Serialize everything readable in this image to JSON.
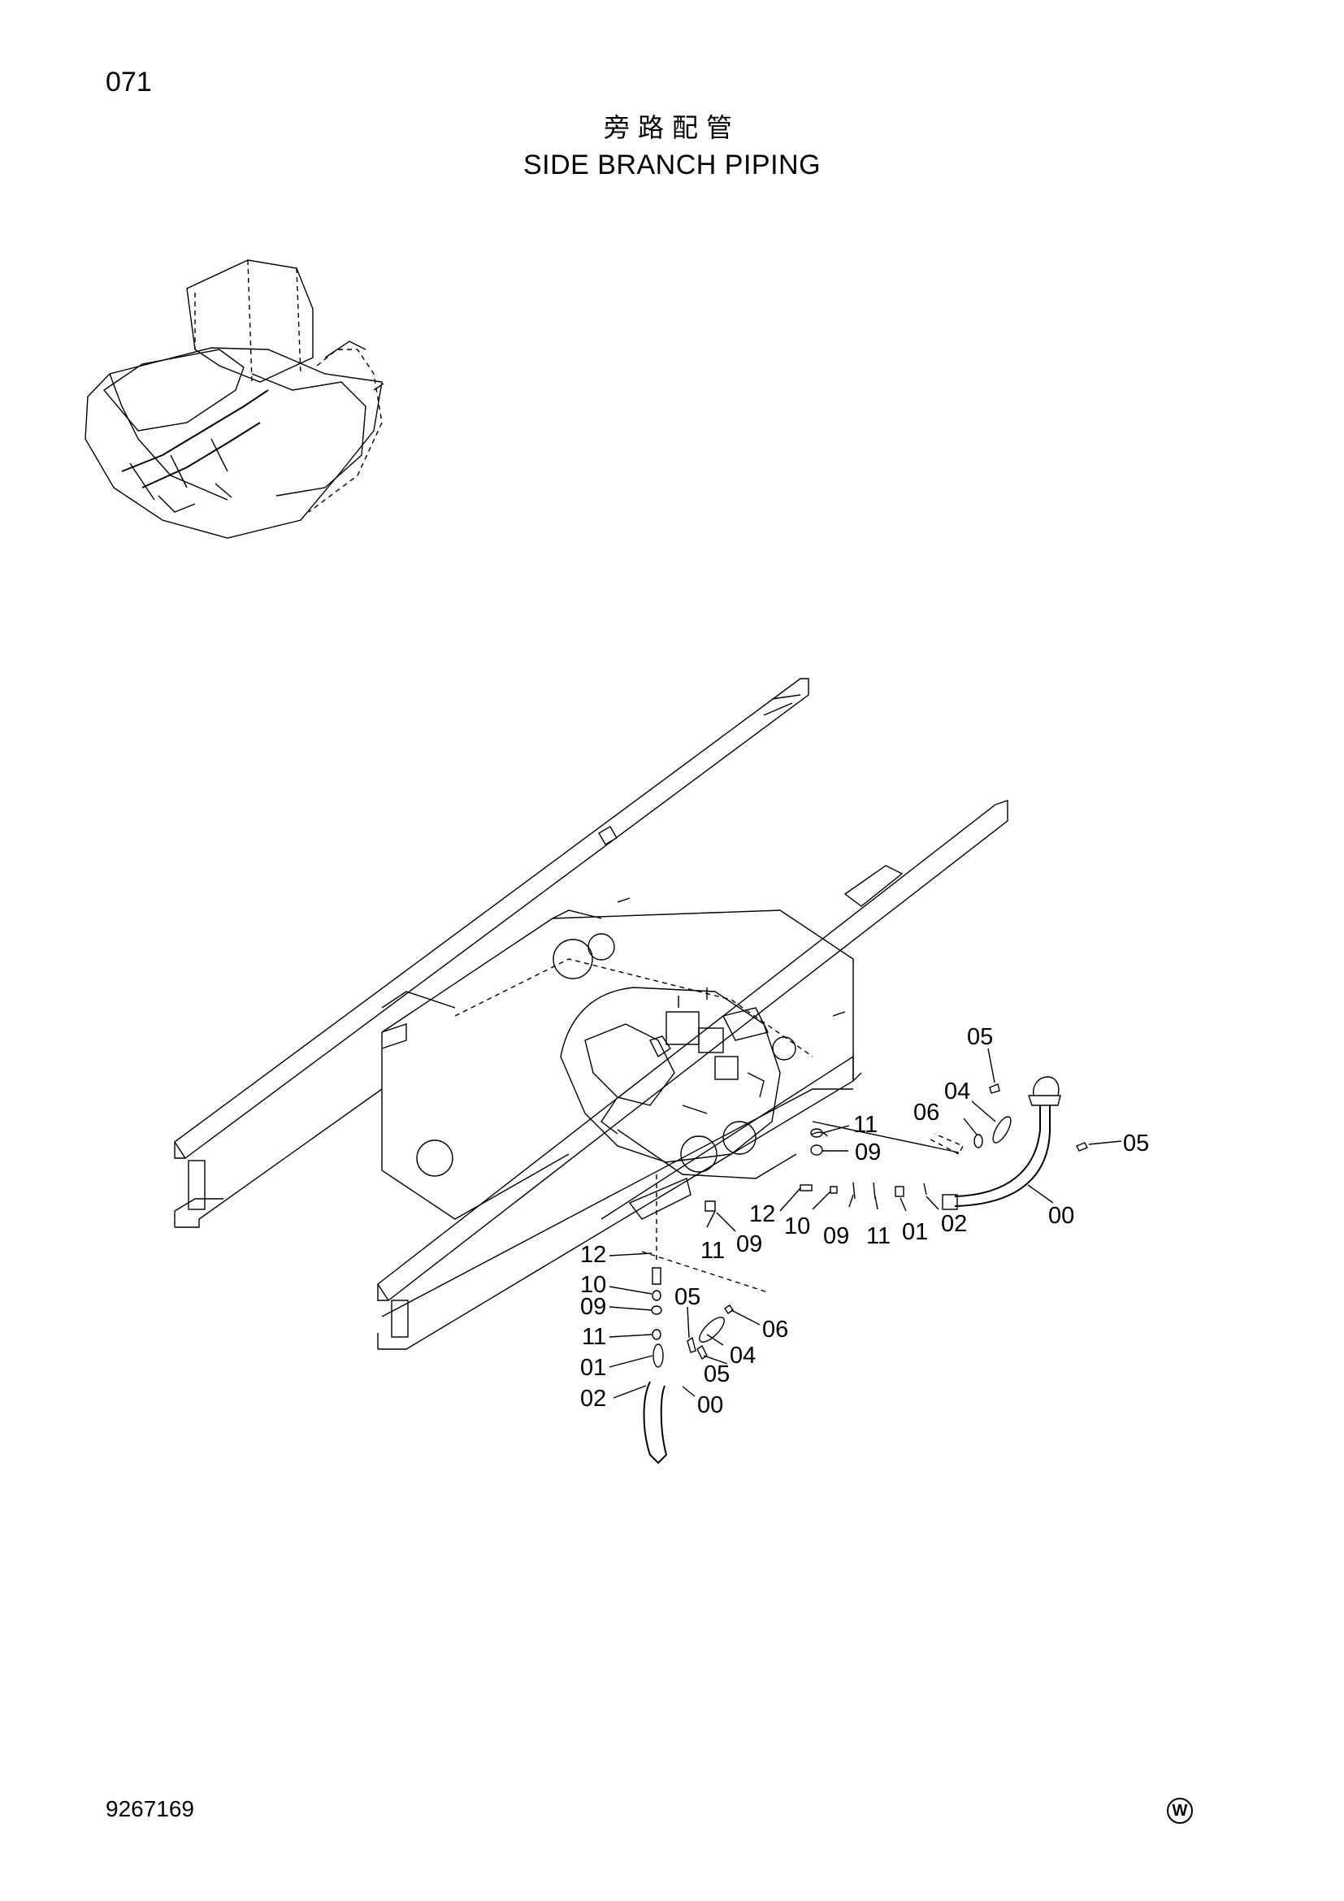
{
  "header": {
    "page_number": "071",
    "title_cn": "旁路配管",
    "title_en": "SIDE BRANCH PIPING"
  },
  "footer": {
    "doc_number": "9267169",
    "mark": "W"
  },
  "callouts": [
    {
      "label": "05"
    },
    {
      "label": "04"
    },
    {
      "label": "06"
    },
    {
      "label": "11"
    },
    {
      "label": "09"
    },
    {
      "label": "05"
    },
    {
      "label": "12"
    },
    {
      "label": "10"
    },
    {
      "label": "09"
    },
    {
      "label": "11"
    },
    {
      "label": "01"
    },
    {
      "label": "02"
    },
    {
      "label": "00"
    },
    {
      "label": "11"
    },
    {
      "label": "09"
    },
    {
      "label": "12"
    },
    {
      "label": "10"
    },
    {
      "label": "09"
    },
    {
      "label": "11"
    },
    {
      "label": "01"
    },
    {
      "label": "02"
    },
    {
      "label": "05"
    },
    {
      "label": "06"
    },
    {
      "label": "04"
    },
    {
      "label": "05"
    },
    {
      "label": "00"
    }
  ]
}
